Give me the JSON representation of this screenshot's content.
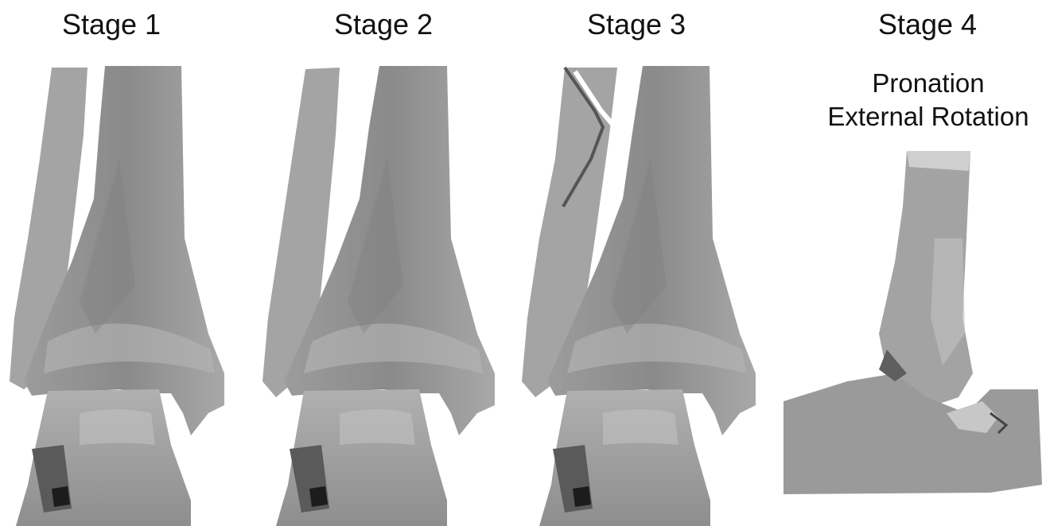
{
  "stages": [
    {
      "title": "Stage 1"
    },
    {
      "title": "Stage 2"
    },
    {
      "title": "Stage 3"
    },
    {
      "title": "Stage 4"
    }
  ],
  "stage4_caption": {
    "line1": "Pronation",
    "line2": "External Rotation"
  }
}
